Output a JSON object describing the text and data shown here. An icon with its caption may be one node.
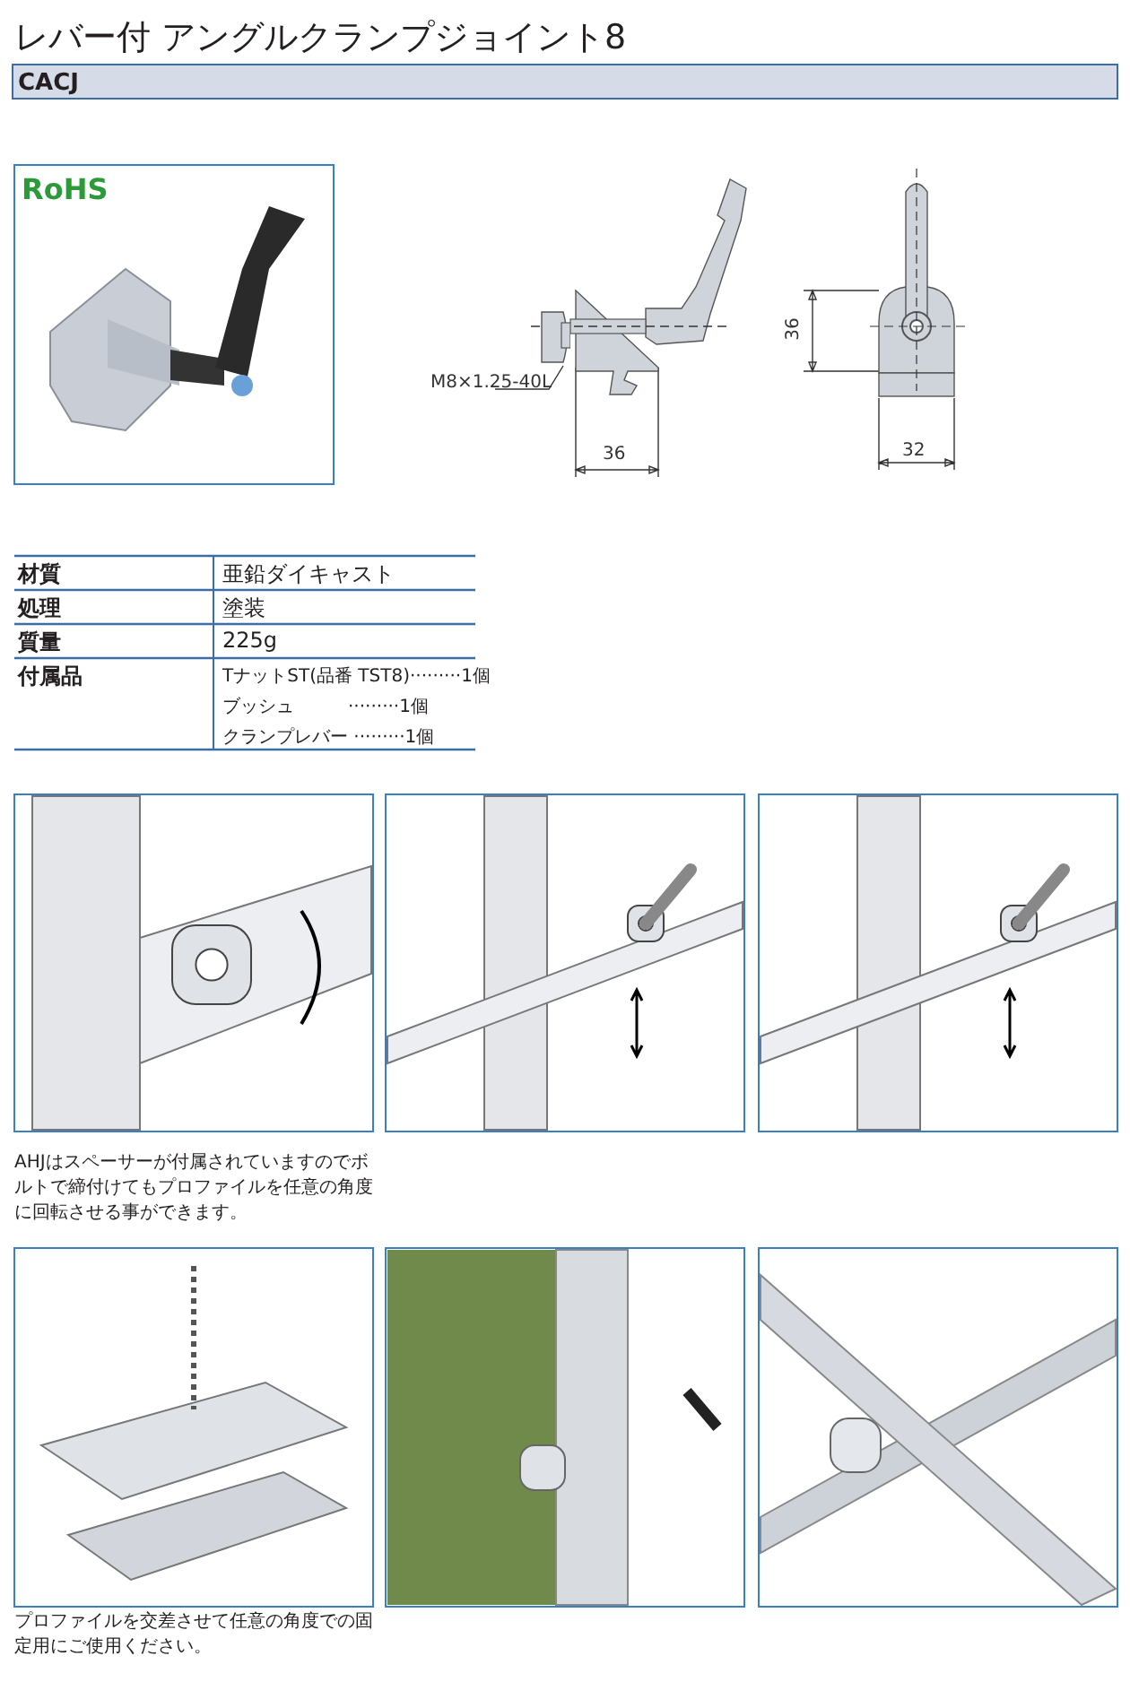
{
  "diagram": {
    "title": "レバー付 アングルクランプジョイント8",
    "nodes": [
      {
        "text": [
          "M8×1.25-40L"
        ]
      },
      {
        "text": [],
        "shape": "box"
      }
    ],
    "edges": [
      {
        "from": 0,
        "to": 1,
        "arrow": "none"
      }
    ],
    "labels": [
      "CACJ",
      "RoHS",
      "36",
      "36",
      "32",
      "材質",
      "亜鉛ダイキャスト",
      "処理",
      "塗装",
      "質量",
      "225g",
      "付属品",
      "TナットST(品番 TST8)·········1個",
      "ブッシュ　　　·········1個",
      "クランプレバー ·········1個",
      "AHJはスペーサーが付属されていますのでボルトで締付けてもプロファイルを任意の角度に回転させる事ができます。",
      "プロファイルを交差させて任意の角度での固定用にご使用ください。"
    ]
  }
}
